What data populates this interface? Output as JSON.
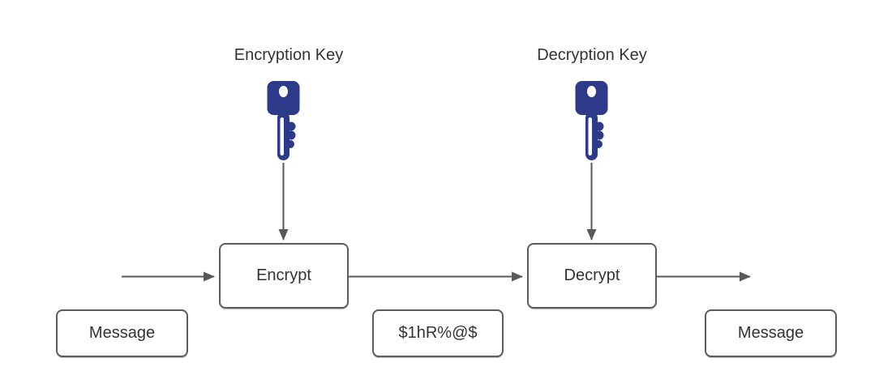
{
  "diagram": {
    "type": "encryption-decryption-flow",
    "labels": {
      "encryption_key": "Encryption Key",
      "decryption_key": "Decryption Key"
    },
    "nodes": {
      "encrypt": "Encrypt",
      "decrypt": "Decrypt",
      "message_left": "Message",
      "ciphertext": "$1hR%@$",
      "message_right": "Message"
    },
    "icons": {
      "encryption_key": "key-icon",
      "decryption_key": "key-icon"
    },
    "arrows": [
      "plaintext-into-encrypt",
      "encrypt-to-decrypt",
      "decrypt-to-output",
      "encryption-key-to-encrypt",
      "decryption-key-to-decrypt"
    ],
    "colors": {
      "key": "#2d3a8a",
      "line": "#595959",
      "box_border": "#5c5c5c",
      "text": "#333333",
      "background": "#ffffff"
    }
  }
}
